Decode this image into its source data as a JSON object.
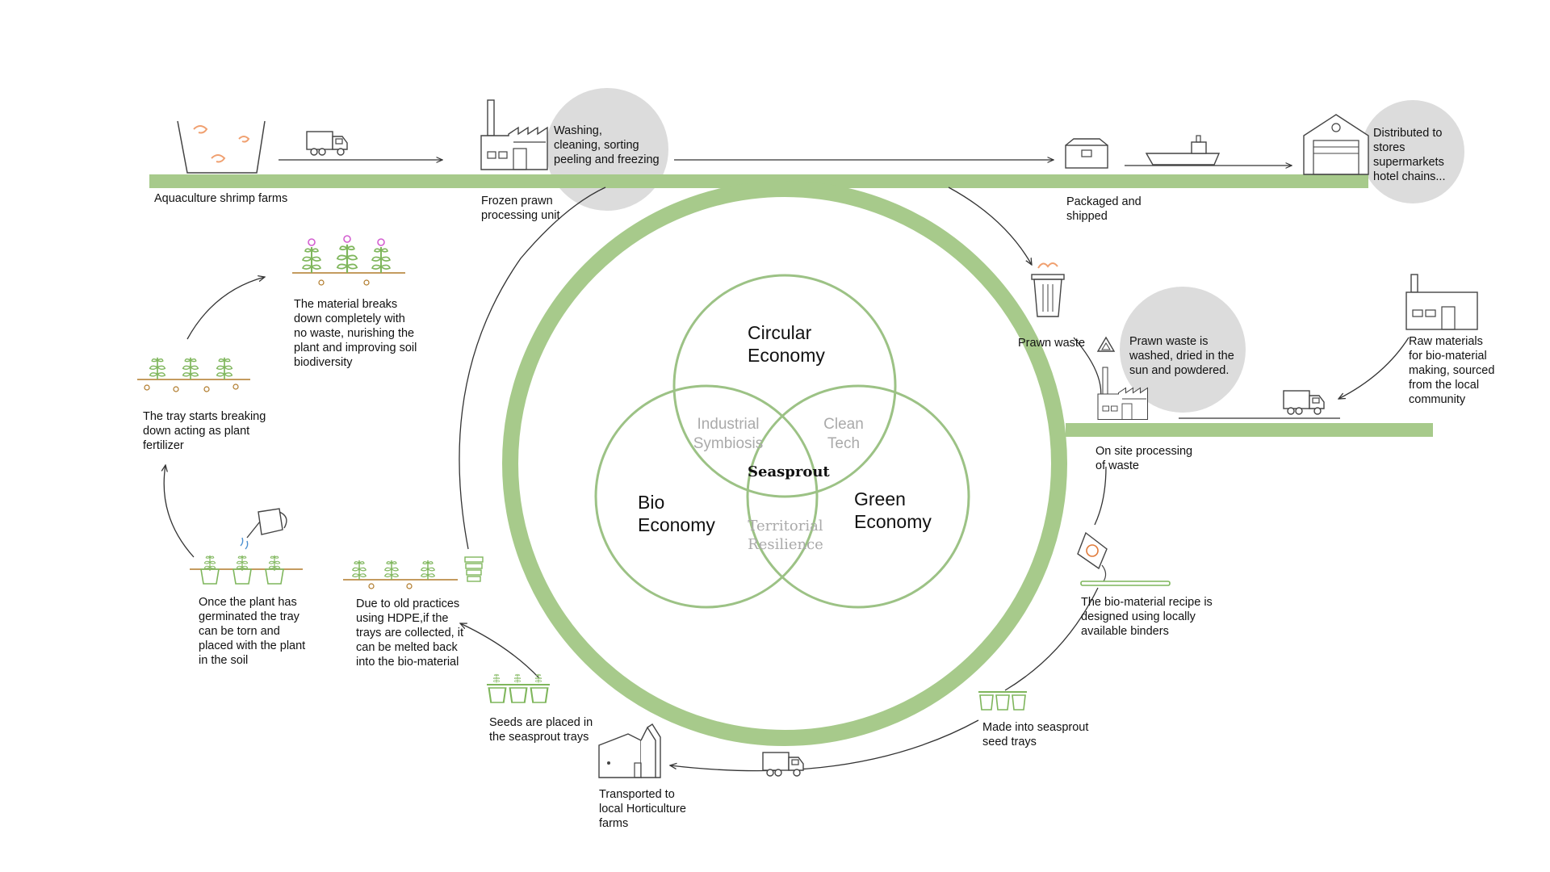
{
  "colors": {
    "green": "#a7ca8b",
    "venn_green": "#9cc285",
    "bubble_gray": "#dcdcdc",
    "line": "#333333",
    "shrimp": "#f0a070",
    "flower": "#d35fd0",
    "gray_text": "#aaaaaa"
  },
  "venn": {
    "circular": "Circular\nEconomy",
    "bio": "Bio\nEconomy",
    "green": "Green\nEconomy",
    "industrial": "Industrial\nSymbiosis",
    "clean": "Clean\nTech",
    "territorial": "Territorial\nResilience",
    "center": "Seasprout"
  },
  "steps": {
    "shrimp_farms": "Aquaculture shrimp farms",
    "processing_unit": "Frozen prawn\nprocessing unit",
    "washing": "Washing,\ncleaning, sorting\npeeling and freezing",
    "packaged": "Packaged and\nshipped",
    "distributed": "Distributed to\nstores\nsupermarkets\nhotel chains...",
    "prawn_waste": "Prawn waste",
    "waste_washed": "Prawn waste is\nwashed, dried in the\nsun and powdered.",
    "raw_materials": "Raw materials\nfor bio-material\nmaking, sourced\nfrom the local\ncommunity",
    "onsite": "On site processing\nof waste",
    "recipe": "The bio-material recipe is\ndesigned using locally\navailable binders",
    "seed_trays": "Made into seasprout\nseed trays",
    "transported": "Transported to\nlocal Horticulture\nfarms",
    "seeds_placed": "Seeds are placed in\nthe seasprout trays",
    "hdpe": "Due to old practices\nusing HDPE,if the\ntrays are collected, it\ncan be melted back\ninto the bio-material",
    "germinated": "Once the plant has\ngerminated the tray\ncan be torn and\nplaced with the plant\nin the soil",
    "tray_breaking": "The tray starts breaking\ndown acting as plant\nfertilizer",
    "material_breaks": "The material breaks\ndown completely with\nno waste, nurishing the\nplant and improving soil\nbiodiversity"
  },
  "icons": [
    "shrimp-bowl-icon",
    "truck-icon",
    "factory-icon",
    "box-icon",
    "ship-icon",
    "warehouse-icon",
    "trash-can-icon",
    "recycle-icon",
    "paint-bucket-icon",
    "seed-tray-icon",
    "house-icon",
    "watering-can-icon",
    "plant-icon",
    "flower-icon"
  ]
}
